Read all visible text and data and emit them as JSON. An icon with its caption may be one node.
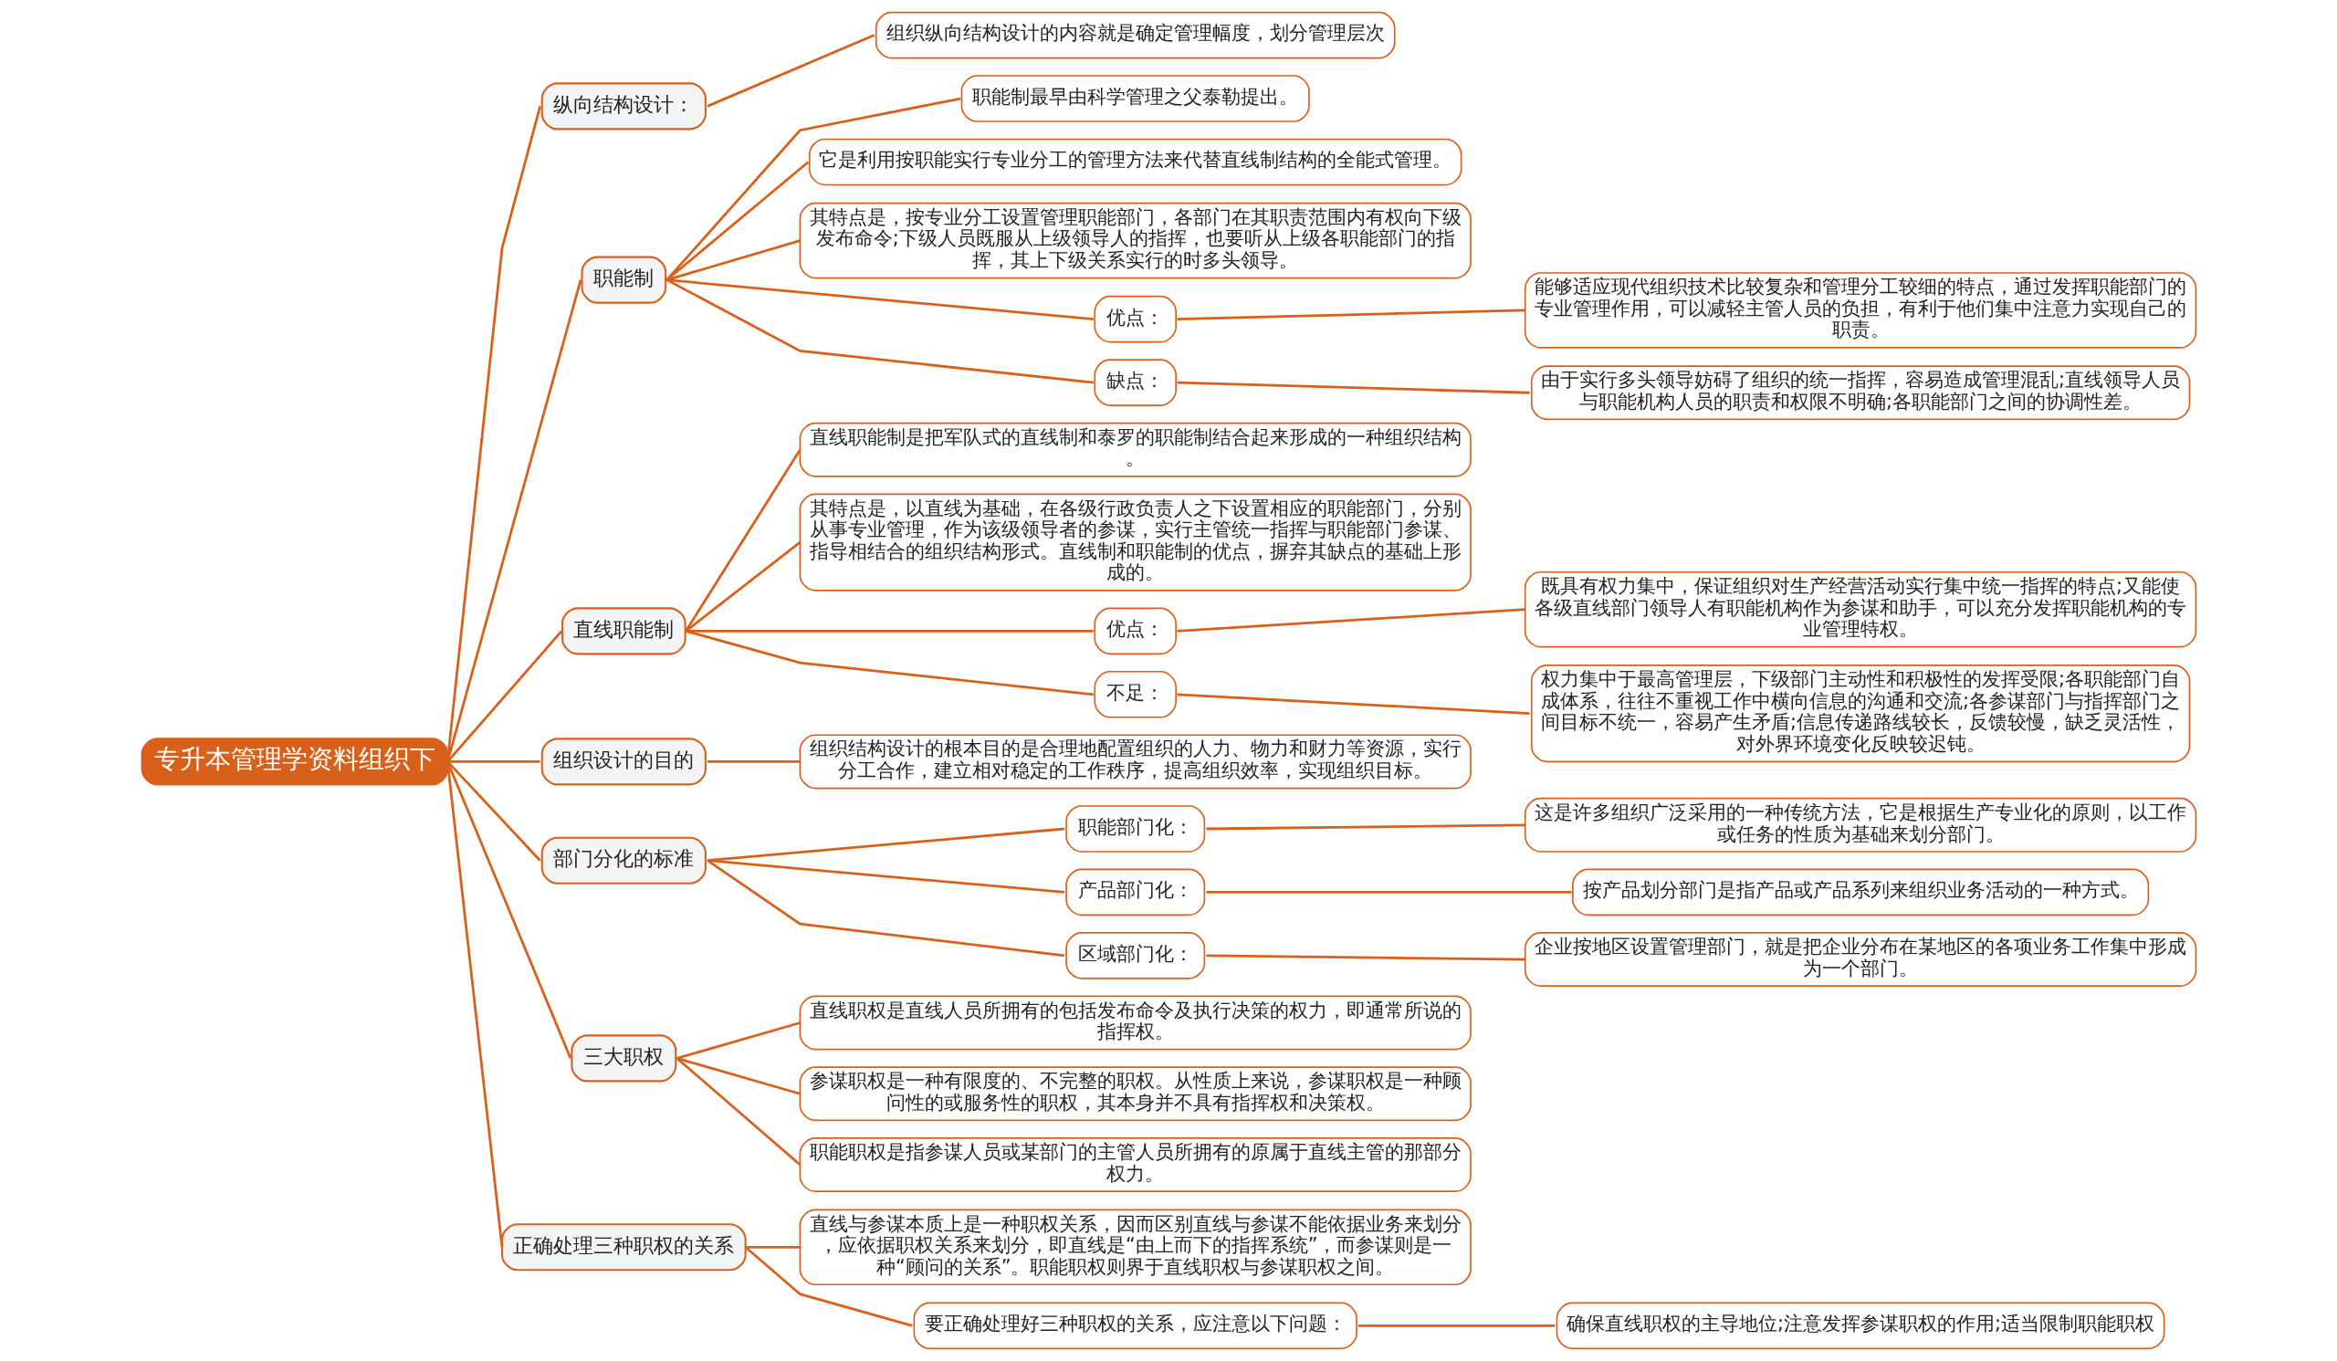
{
  "diagram": {
    "nodes": [
      {
        "text": [
          "专升本管理学资料组织下"
        ]
      },
      {
        "text": [
          "纵向结构设计："
        ]
      },
      {
        "text": [
          "组织纵向结构设计的内容就是确定管理幅度，划分管理层次"
        ]
      },
      {
        "text": [
          "职能制"
        ]
      },
      {
        "text": [
          "职能制最早由科学管理之父泰勒提出。"
        ]
      },
      {
        "text": [
          "它是利用按职能实行专业分工的管理方法来代替直线制结构的全能式管理。"
        ]
      },
      {
        "text": [
          "其特点是，按专业分工设置管理职能部门，各部门在其职责范围内有权向下级发布命令;下级人员既服从上级领导人的指挥，也要听从上级各职能部门的指挥，其上下级关系实行的时多头领导。"
        ]
      },
      {
        "text": [
          "优点："
        ]
      },
      {
        "text": [
          "能够适应现代组织技术比较复杂和管理分工较细的特点，通过发挥职能部门的专业管理作用，可以减轻主管人员的负担，有利于他们集中注意力实现自己的职责。"
        ]
      },
      {
        "text": [
          "缺点："
        ]
      },
      {
        "text": [
          "由于实行多头领导妨碍了组织的统一指挥，容易造成管理混乱;直线领导人员与职能机构人员的职责和权限不明确;各职能部门之间的协调性差。"
        ]
      },
      {
        "text": [
          "直线职能制"
        ]
      },
      {
        "text": [
          "直线职能制是把军队式的直线制和泰罗的职能制结合起来形成的一种组织结构。"
        ]
      },
      {
        "text": [
          "其特点是，以直线为基础，在各级行政负责人之下设置相应的职能部门，分别从事专业管理，作为该级领导者的参谋，实行主管统一指挥与职能部门参谋、指导相结合的组织结构形式。直线制和职能制的优点，摒弃其缺点的基础上形成的。"
        ]
      },
      {
        "text": [
          "优点："
        ]
      },
      {
        "text": [
          "既具有权力集中，保证组织对生产经营活动实行集中统一指挥的特点;又能使各级直线部门领导人有职能机构作为参谋和助手，可以充分发挥职能机构的专业管理特权。"
        ]
      },
      {
        "text": [
          "不足："
        ]
      },
      {
        "text": [
          "权力集中于最高管理层，下级部门主动性和积极性的发挥受限;各职能部门自成体系，往往不重视工作中横向信息的沟通和交流;各参谋部门与指挥部门之间目标不统一，容易产生矛盾;信息传递路线较长，反馈较慢，缺乏灵活性，对外界环境变化反映较迟钝。"
        ]
      },
      {
        "text": [
          "组织设计的目的"
        ]
      },
      {
        "text": [
          "组织结构设计的根本目的是合理地配置组织的人力、物力和财力等资源，实行分工合作，建立相对稳定的工作秩序，提高组织效率，实现组织目标。"
        ]
      },
      {
        "text": [
          "部门分化的标准"
        ]
      },
      {
        "text": [
          "职能部门化："
        ]
      },
      {
        "text": [
          "这是许多组织广泛采用的一种传统方法，它是根据生产专业化的原则，以工作或任务的性质为基础来划分部门。"
        ]
      },
      {
        "text": [
          "产品部门化："
        ]
      },
      {
        "text": [
          "按产品划分部门是指产品或产品系列来组织业务活动的一种方式。"
        ]
      },
      {
        "text": [
          "区域部门化："
        ]
      },
      {
        "text": [
          "企业按地区设置管理部门，就是把企业分布在某地区的各项业务工作集中形成为一个部门。"
        ]
      },
      {
        "text": [
          "三大职权"
        ]
      },
      {
        "text": [
          "直线职权是直线人员所拥有的包括发布命令及执行决策的权力，即通常所说的指挥权。"
        ]
      },
      {
        "text": [
          "参谋职权是一种有限度的、不完整的职权。从性质上来说，参谋职权是一种顾问性的或服务性的职权，其本身并不具有指挥权和决策权。"
        ]
      },
      {
        "text": [
          "职能职权是指参谋人员或某部门的主管人员所拥有的原属于直线主管的那部分权力。"
        ]
      },
      {
        "text": [
          "正确处理三种职权的关系"
        ]
      },
      {
        "text": [
          "直线与参谋本质上是一种职权关系，因而区别直线与参谋不能依据业务来划分，应依据职权关系来划分，即直线是“由上而下的指挥系统”，而参谋则是一种“顾问的关系”。职能职权则界于直线职权与参谋职权之间。"
        ]
      },
      {
        "text": [
          "要正确处理好三种职权的关系，应注意以下问题："
        ]
      },
      {
        "text": [
          "确保直线职权的主导地位;注意发挥参谋职权的作用;适当限制职能职权"
        ]
      }
    ],
    "edges": [
      {
        "from": 0,
        "to": 1,
        "arrow": "none"
      },
      {
        "from": 1,
        "to": 2,
        "arrow": "none"
      },
      {
        "from": 0,
        "to": 3,
        "arrow": "none"
      },
      {
        "from": 3,
        "to": 4,
        "arrow": "none"
      },
      {
        "from": 3,
        "to": 5,
        "arrow": "none"
      },
      {
        "from": 3,
        "to": 6,
        "arrow": "none"
      },
      {
        "from": 3,
        "to": 7,
        "arrow": "none"
      },
      {
        "from": 7,
        "to": 8,
        "arrow": "none"
      },
      {
        "from": 3,
        "to": 9,
        "arrow": "none"
      },
      {
        "from": 9,
        "to": 10,
        "arrow": "none"
      },
      {
        "from": 0,
        "to": 11,
        "arrow": "none"
      },
      {
        "from": 11,
        "to": 12,
        "arrow": "none"
      },
      {
        "from": 11,
        "to": 13,
        "arrow": "none"
      },
      {
        "from": 11,
        "to": 14,
        "arrow": "none"
      },
      {
        "from": 14,
        "to": 15,
        "arrow": "none"
      },
      {
        "from": 11,
        "to": 16,
        "arrow": "none"
      },
      {
        "from": 16,
        "to": 17,
        "arrow": "none"
      },
      {
        "from": 0,
        "to": 18,
        "arrow": "none"
      },
      {
        "from": 18,
        "to": 19,
        "arrow": "none"
      },
      {
        "from": 0,
        "to": 20,
        "arrow": "none"
      },
      {
        "from": 20,
        "to": 21,
        "arrow": "none"
      },
      {
        "from": 21,
        "to": 22,
        "arrow": "none"
      },
      {
        "from": 20,
        "to": 23,
        "arrow": "none"
      },
      {
        "from": 23,
        "to": 24,
        "arrow": "none"
      },
      {
        "from": 20,
        "to": 25,
        "arrow": "none"
      },
      {
        "from": 25,
        "to": 26,
        "arrow": "none"
      },
      {
        "from": 0,
        "to": 27,
        "arrow": "none"
      },
      {
        "from": 27,
        "to": 28,
        "arrow": "none"
      },
      {
        "from": 27,
        "to": 29,
        "arrow": "none"
      },
      {
        "from": 27,
        "to": 30,
        "arrow": "none"
      },
      {
        "from": 0,
        "to": 31,
        "arrow": "none"
      },
      {
        "from": 31,
        "to": 32,
        "arrow": "none"
      },
      {
        "from": 31,
        "to": 33,
        "arrow": "none"
      },
      {
        "from": 33,
        "to": 34,
        "arrow": "none"
      }
    ]
  }
}
